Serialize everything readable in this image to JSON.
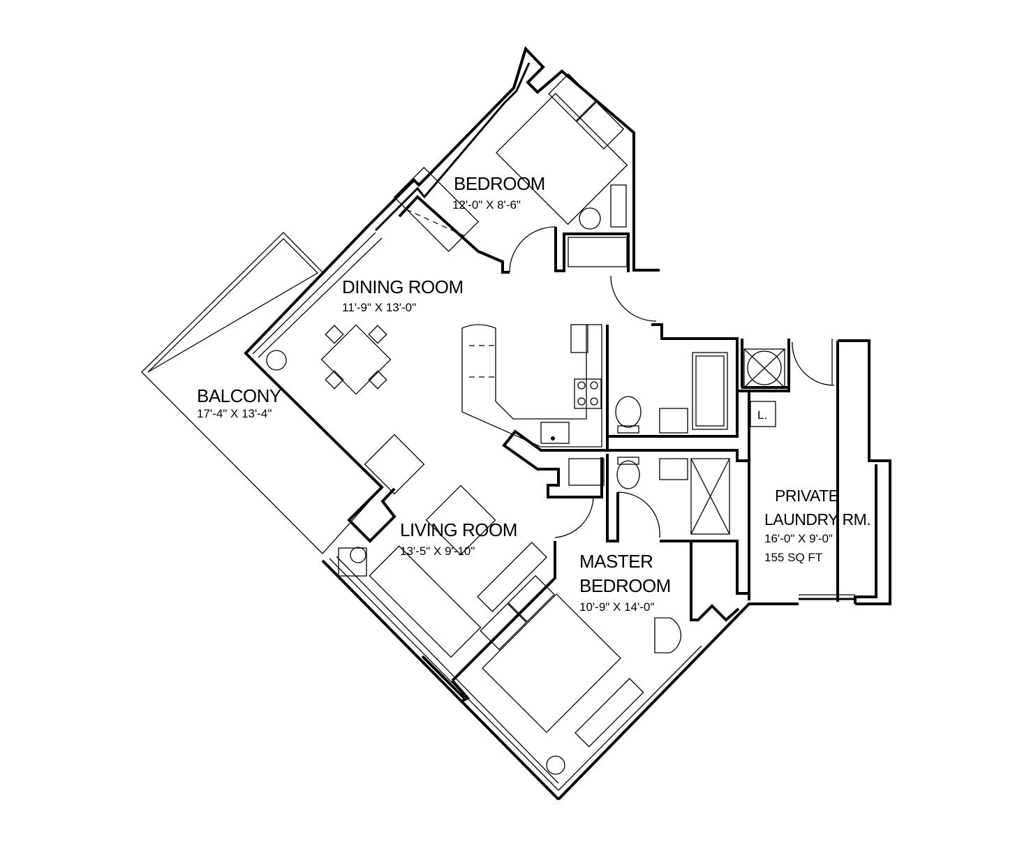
{
  "rooms": {
    "bedroom": {
      "name": "BEDROOM",
      "dims": "12'-0\" X 8'-6\""
    },
    "dining": {
      "name": "DINING ROOM",
      "dims": "11'-9\" X 13'-0\""
    },
    "balcony": {
      "name": "BALCONY",
      "dims": "17'-4\" X 13'-4\""
    },
    "living": {
      "name": "LIVING ROOM",
      "dims": "13'-5\" X 9'-10\""
    },
    "master": {
      "name1": "MASTER",
      "name2": "BEDROOM",
      "dims": "10'-9\" X 14'-0\""
    },
    "laundry": {
      "name1": "PRIVATE",
      "name2": "LAUNDRY RM.",
      "dims": "16'-0\" X 9'-0\"",
      "area": "155 SQ FT"
    }
  },
  "fixtures": {
    "linen_label": "L."
  }
}
